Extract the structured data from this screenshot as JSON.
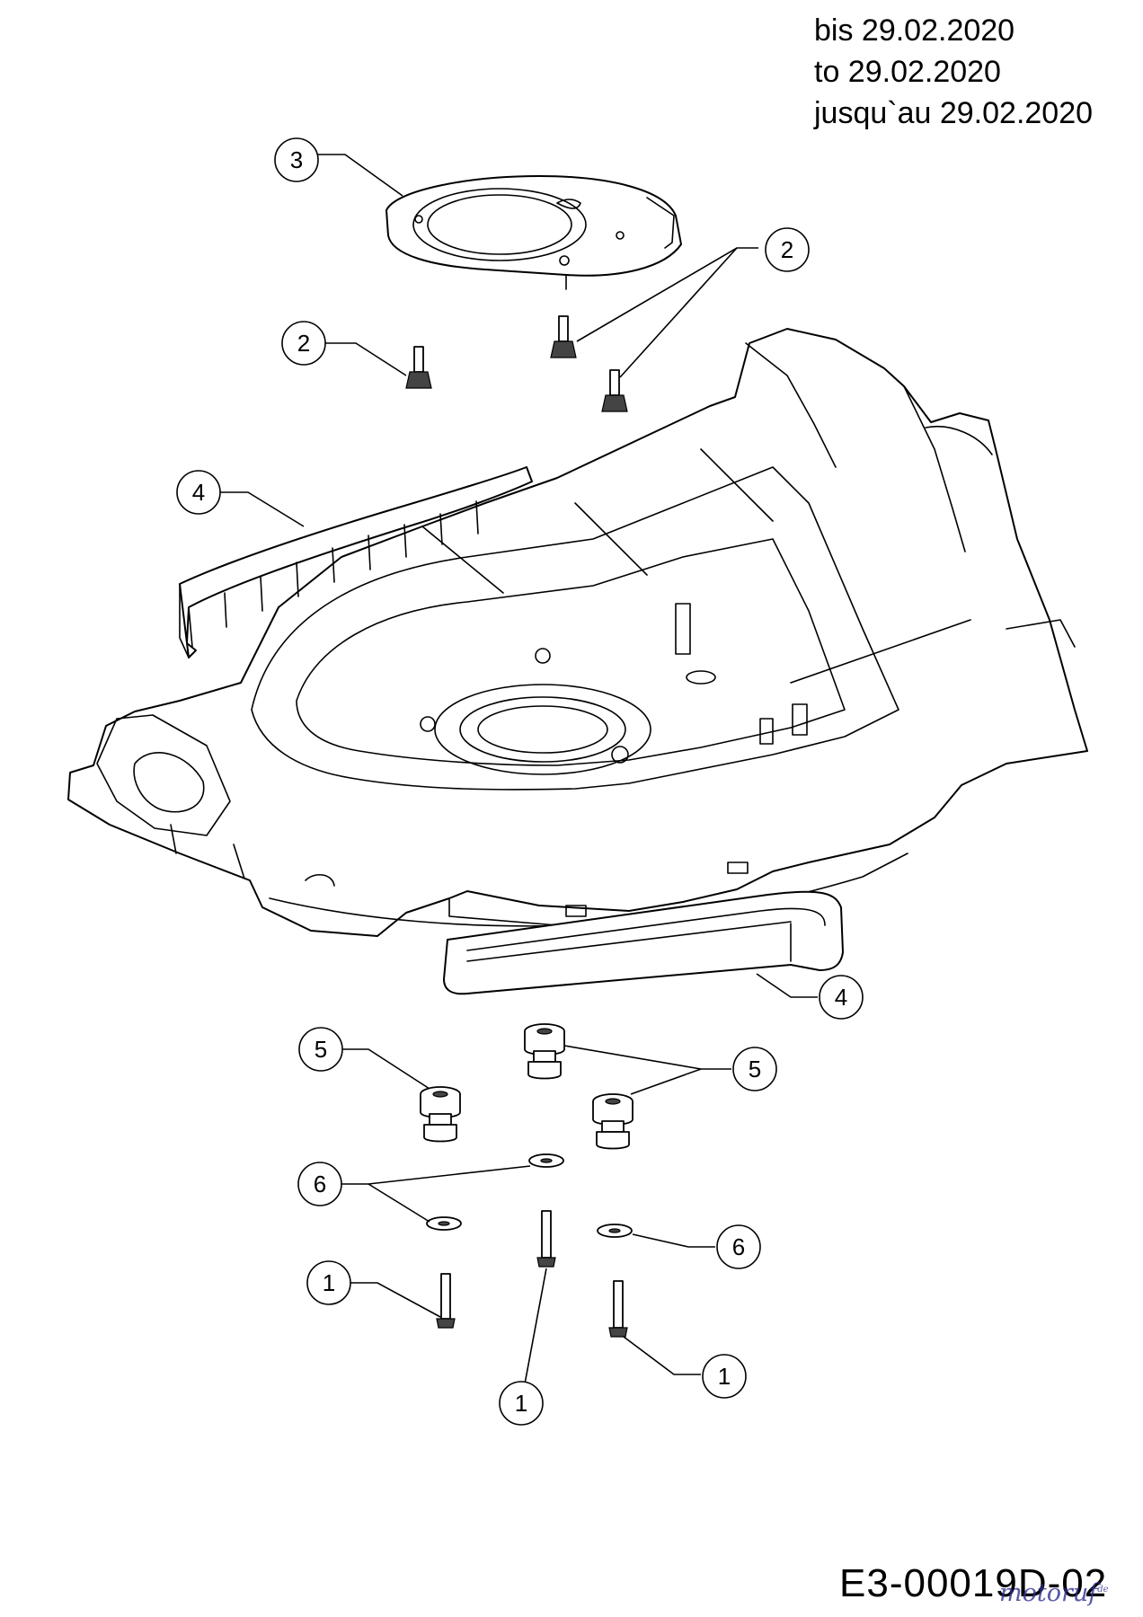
{
  "header": {
    "line_de": "bis 29.02.2020",
    "line_en": "to 29.02.2020",
    "line_fr": "jusqu`au 29.02.2020"
  },
  "drawing_code": "E3-00019D-02",
  "watermark": {
    "text": "motoruf",
    "suffix": "de"
  },
  "callouts": [
    {
      "id": "c3",
      "number": "3"
    },
    {
      "id": "c2a",
      "number": "2"
    },
    {
      "id": "c2b",
      "number": "2"
    },
    {
      "id": "c4a",
      "number": "4"
    },
    {
      "id": "c4b",
      "number": "4"
    },
    {
      "id": "c5a",
      "number": "5"
    },
    {
      "id": "c5b",
      "number": "5"
    },
    {
      "id": "c6a",
      "number": "6"
    },
    {
      "id": "c6b",
      "number": "6"
    },
    {
      "id": "c1a",
      "number": "1"
    },
    {
      "id": "c1b",
      "number": "1"
    },
    {
      "id": "c1c",
      "number": "1"
    }
  ]
}
